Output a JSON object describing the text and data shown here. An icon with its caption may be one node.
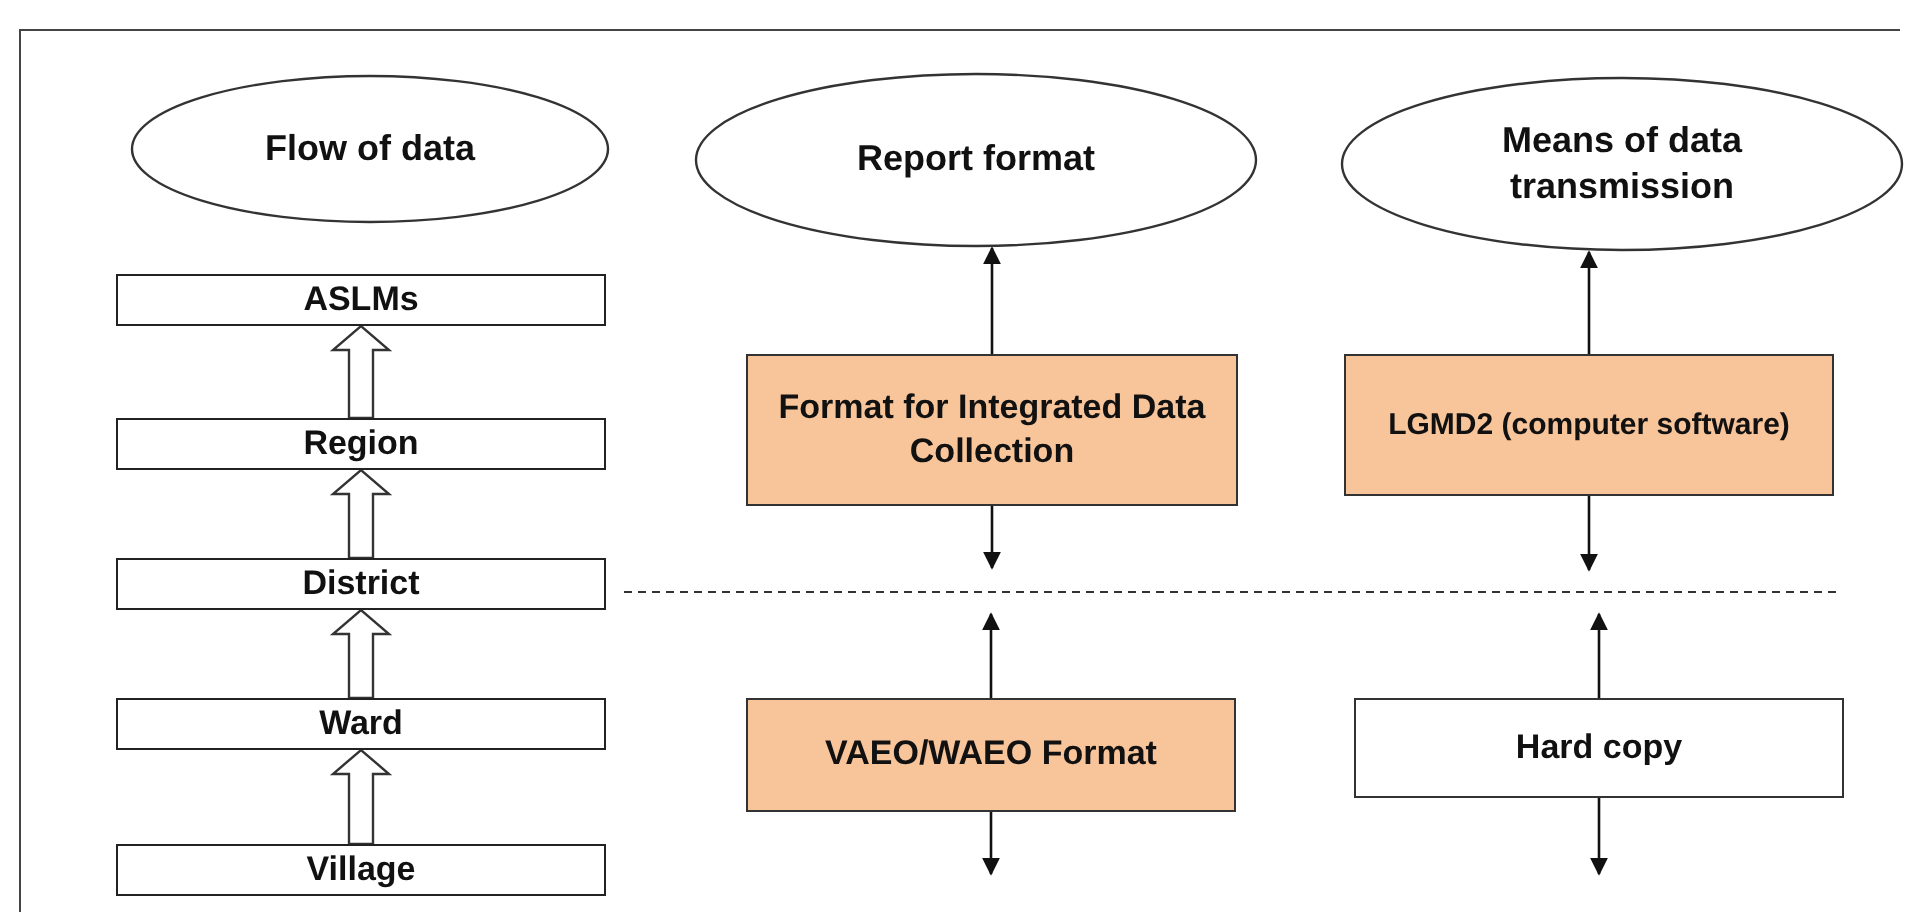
{
  "diagram": {
    "nodes": [
      {
        "text": [
          "Flow of data"
        ]
      },
      {
        "text": [
          "Report format"
        ]
      },
      {
        "text": [
          "Means of data transmission"
        ]
      },
      {
        "text": [
          "ASLMs"
        ]
      },
      {
        "text": [
          "Region"
        ]
      },
      {
        "text": [
          "District"
        ]
      },
      {
        "text": [
          "Ward"
        ]
      },
      {
        "text": [
          "Village"
        ]
      },
      {
        "text": [
          "Format for Integrated Data Collection"
        ]
      },
      {
        "text": [
          "LGMD2 (computer software)"
        ]
      },
      {
        "text": [
          "VAEO/WAEO Format"
        ]
      },
      {
        "text": [
          "Hard copy"
        ]
      }
    ],
    "edges": [
      {
        "from": 7,
        "to": 6,
        "arrow": "to"
      },
      {
        "from": 6,
        "to": 5,
        "arrow": "to"
      },
      {
        "from": 5,
        "to": 4,
        "arrow": "to"
      },
      {
        "from": 4,
        "to": 3,
        "arrow": "to"
      },
      {
        "from": 8,
        "to": 1,
        "arrow": "to"
      },
      {
        "from": 8,
        "to": null,
        "arrow": "to"
      },
      {
        "from": 9,
        "to": 2,
        "arrow": "to"
      },
      {
        "from": 9,
        "to": null,
        "arrow": "to"
      },
      {
        "from": 10,
        "to": null,
        "arrow": "to"
      },
      {
        "from": 10,
        "to": null,
        "arrow": "to"
      },
      {
        "from": 11,
        "to": null,
        "arrow": "to"
      },
      {
        "from": 11,
        "to": null,
        "arrow": "to"
      }
    ]
  }
}
